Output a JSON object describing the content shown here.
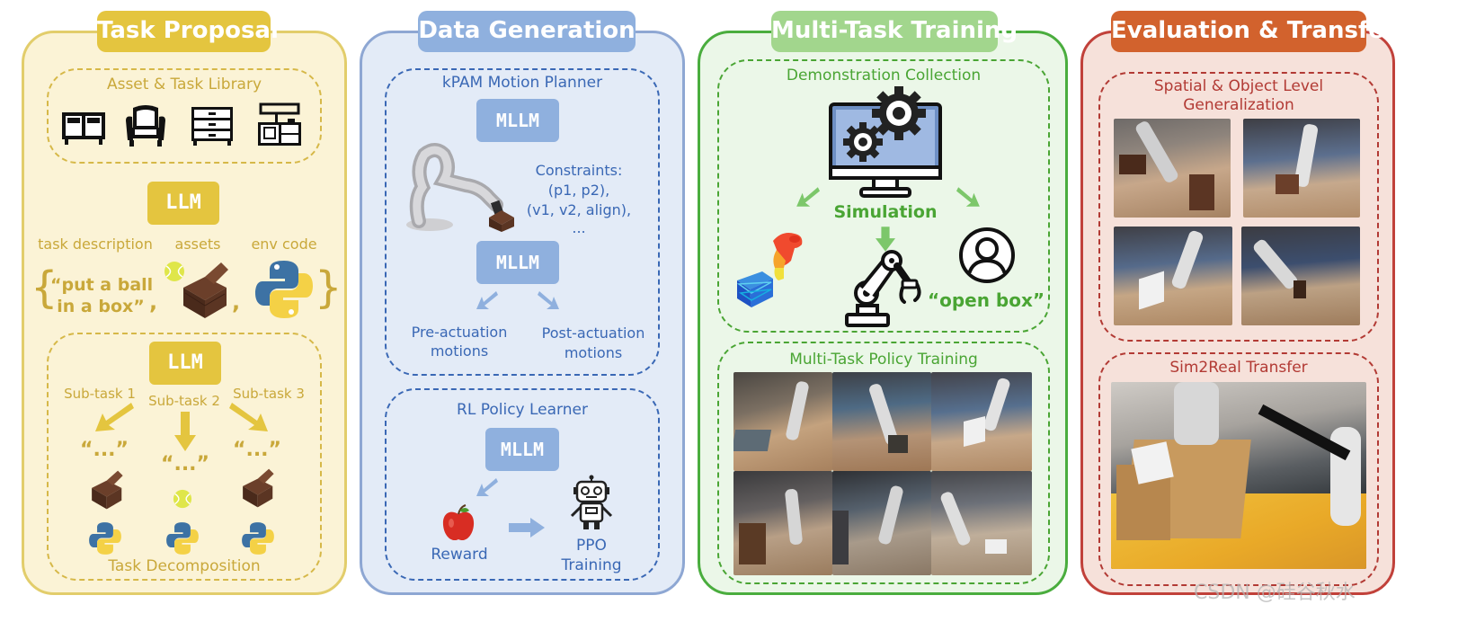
{
  "panels": {
    "task_proposal": {
      "title": "Task Proposal",
      "library_label": "Asset & Task Library",
      "llm_top": "LLM",
      "task_description_label": "task description",
      "assets_label": "assets",
      "env_code_label": "env code",
      "brace_open": "{",
      "brace_close": "}",
      "quote_line1": "“put a ball",
      "quote_line2": "in a box”",
      "comma": ",",
      "llm_bottom": "LLM",
      "subtasks": [
        "Sub-task 1",
        "Sub-task 2",
        "Sub-task 3"
      ],
      "placeholder_quote": "“...”",
      "decomposition_label": "Task Decomposition"
    },
    "data_generation": {
      "title": "Data Generation",
      "planner_label": "kPAM Motion Planner",
      "mllm_1": "MLLM",
      "constraints_lines": [
        "Constraints:",
        "(p1, p2),",
        "(v1, v2, align),",
        "..."
      ],
      "mllm_2": "MLLM",
      "pre_actuation": [
        "Pre-actuation",
        "motions"
      ],
      "post_actuation": [
        "Post-actuation",
        "motions"
      ],
      "rl_label": "RL Policy Learner",
      "mllm_3": "MLLM",
      "reward_label": "Reward",
      "ppo_lines": [
        "PPO",
        "Training"
      ]
    },
    "multi_task_training": {
      "title": "Multi-Task Training",
      "demo_label": "Demonstration Collection",
      "simulation_label": "Simulation",
      "open_box_label": "“open box”",
      "policy_label": "Multi-Task Policy Training"
    },
    "evaluation_transfer": {
      "title": "Evaluation & Transfer",
      "generalization_lines": [
        "Spatial & Object Level",
        "Generalization"
      ],
      "sim2real_label": "Sim2Real Transfer"
    }
  },
  "watermark": "CSDN @硅谷秋水",
  "colors": {
    "yellow_border": "#e2cd6b",
    "yellow_fill": "#fbf3d6",
    "yellow_accent": "#e4c53f",
    "yellow_text": "#c9a83a",
    "blue_border": "#8ea7d3",
    "blue_fill": "#e3ebf7",
    "blue_accent": "#8fb0de",
    "blue_text": "#3a68b5",
    "green_border": "#4aad3e",
    "green_fill": "#ebf7e8",
    "green_accent": "#a2d68d",
    "green_text": "#4aa534",
    "red_border": "#c1413a",
    "red_fill": "#f6e1da",
    "red_accent": "#d2622d",
    "red_text": "#b23a34"
  }
}
